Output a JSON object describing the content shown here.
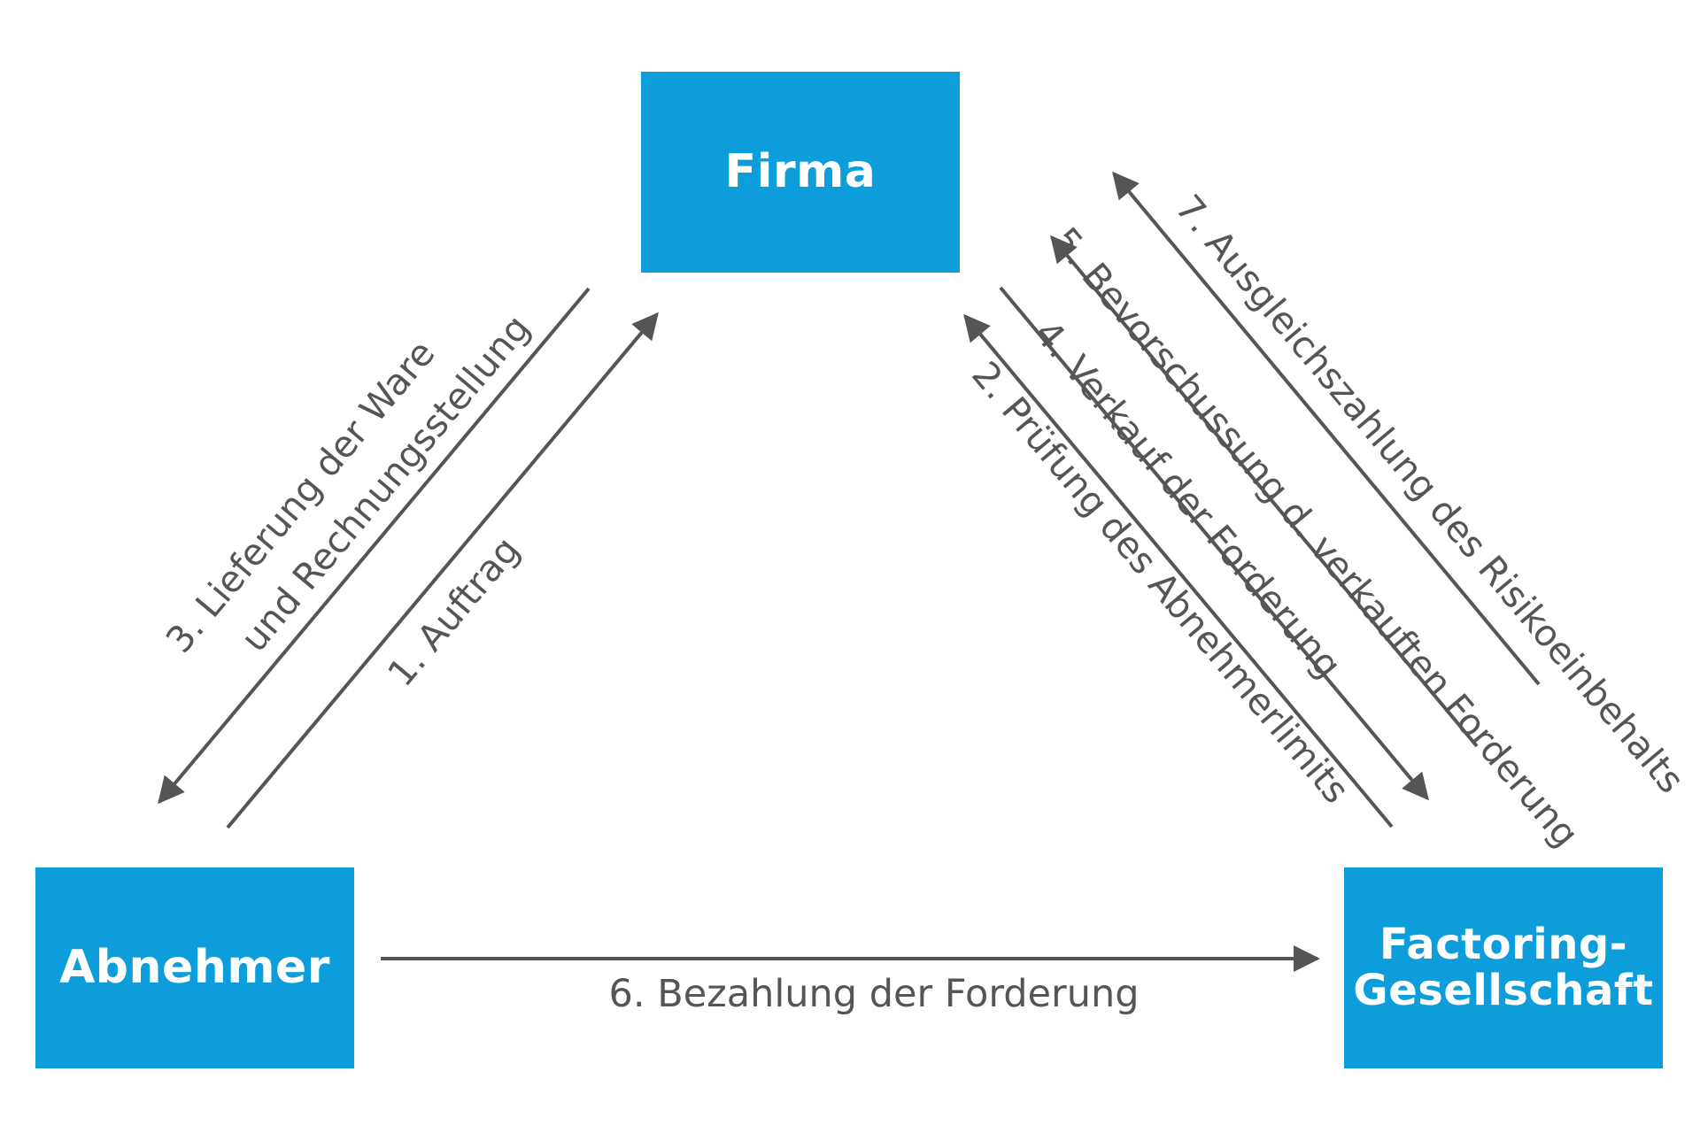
{
  "nodes": {
    "firma": "Firma",
    "abnehmer": "Abnehmer",
    "factoring_line1": "Factoring-",
    "factoring_line2": "Gesellschaft"
  },
  "flows": {
    "f1": "1. Auftrag",
    "f2": "2. Prüfung des Abnehmerlimits",
    "f3_line1": "3. Lieferung der Ware",
    "f3_line2": "und Rechnungsstellung",
    "f4": "4. Verkauf der Forderung",
    "f5": "5. Bevorschussung d. verkauften Forderung",
    "f6": "6. Bezahlung der Forderung",
    "f7": "7. Ausgleichszahlung des Risikoeinbehalts"
  },
  "colors": {
    "node_fill": "#0d9ddb",
    "node_text": "#ffffff",
    "arrow": "#555555",
    "label": "#555555"
  }
}
